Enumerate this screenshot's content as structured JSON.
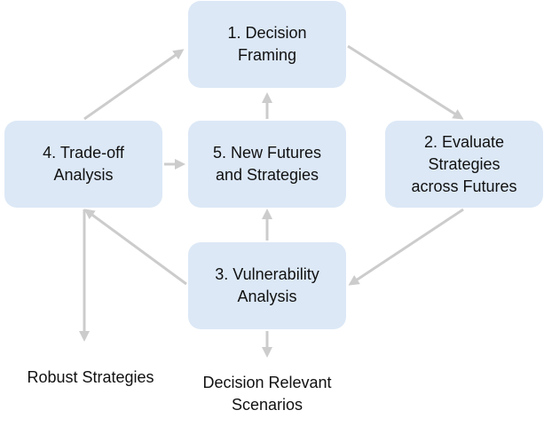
{
  "nodes": {
    "decision_framing": {
      "line1": "1. Decision",
      "line2": "Framing"
    },
    "evaluate_strategies": {
      "line1": "2. Evaluate",
      "line2": "Strategies",
      "line3": "across Futures"
    },
    "vulnerability_analysis": {
      "line1": "3. Vulnerability",
      "line2": "Analysis"
    },
    "tradeoff_analysis": {
      "line1": "4. Trade-off",
      "line2": "Analysis"
    },
    "new_futures": {
      "line1": "5. New Futures",
      "line2": "and Strategies"
    }
  },
  "outcomes": {
    "robust_strategies": {
      "line1": "Robust Strategies"
    },
    "decision_relevant_scenarios": {
      "line1": "Decision Relevant",
      "line2": "Scenarios"
    }
  },
  "colors": {
    "node_fill": "#dce8f6",
    "arrow": "#cccccc",
    "text": "#111111"
  }
}
